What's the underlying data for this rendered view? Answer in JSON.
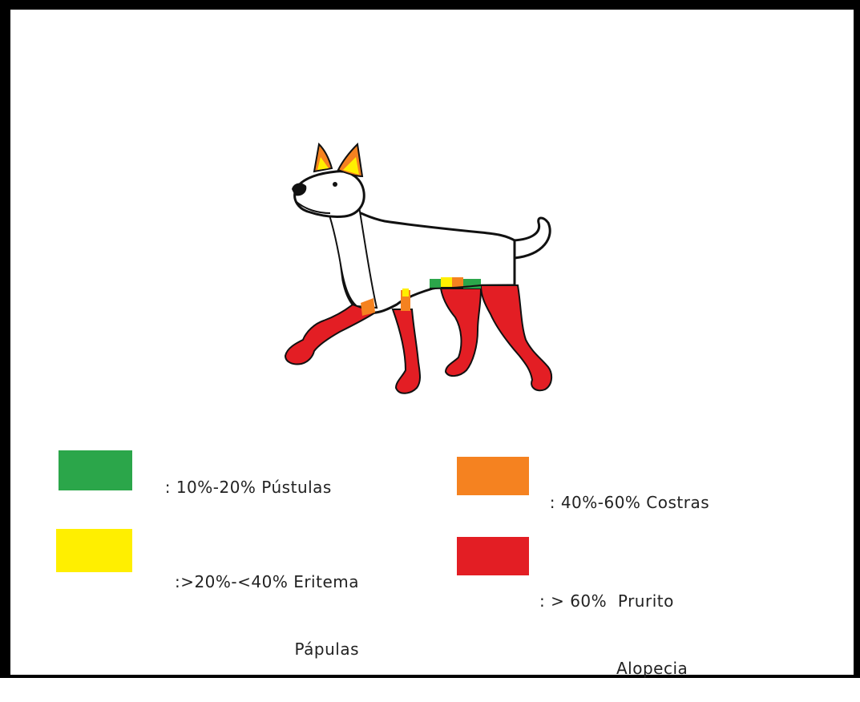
{
  "legend": {
    "items": [
      {
        "text": ": 10%-20% Pústulas",
        "color": "#2ba64a"
      },
      {
        "text": ":>20%-<40% Eritema",
        "text2": "Pápulas",
        "color": "#ffef00"
      },
      {
        "text": ": 40%-60% Costras",
        "color": "#f58220"
      },
      {
        "text": ": > 60%  Prurito",
        "text2": "Alopecia",
        "color": "#e31e24"
      }
    ]
  },
  "figure": {
    "subject_icon": "dog-icon",
    "colors": {
      "outline": "#111111",
      "body": "#ffffff",
      "severe": "#e31e24",
      "moderate": "#f58220",
      "mild": "#ffef00",
      "low": "#2ba64a"
    }
  }
}
